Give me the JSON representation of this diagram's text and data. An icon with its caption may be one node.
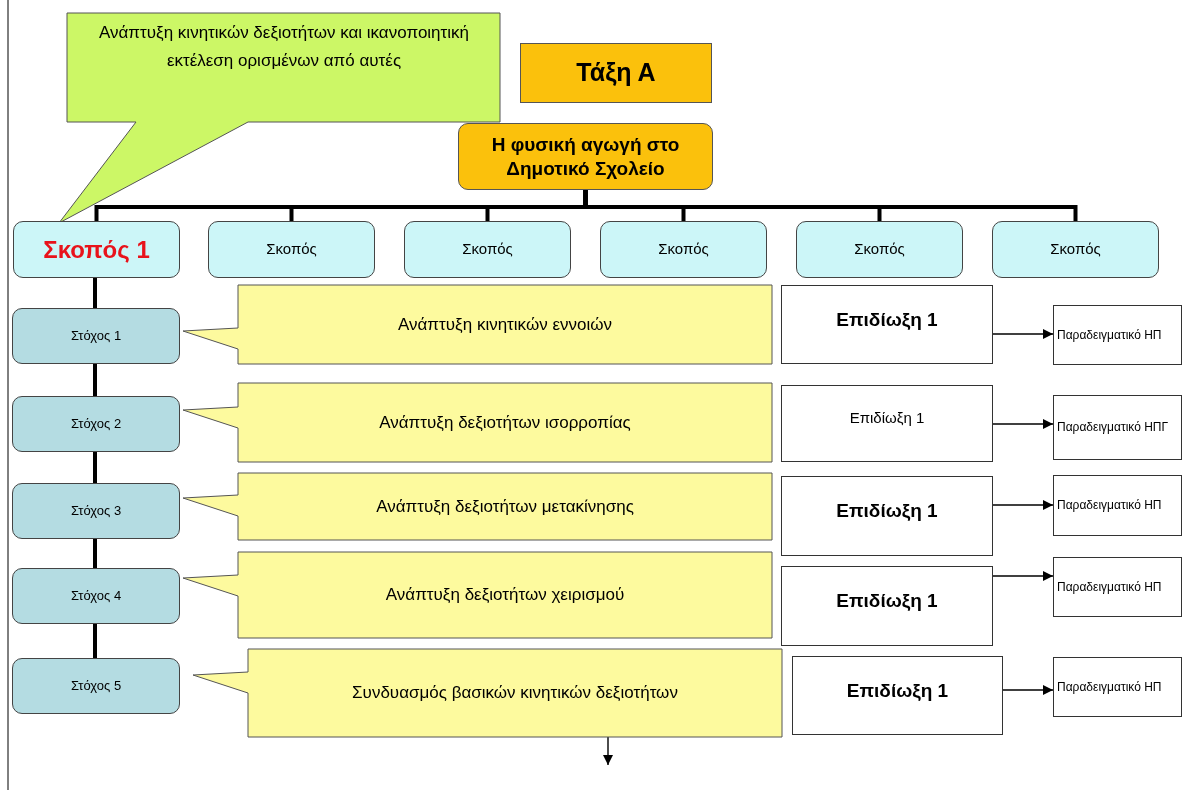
{
  "diagram": {
    "nodes": [
      {
        "text": [
          "Τάξη Α"
        ]
      },
      {
        "text": [
          "Η φυσική αγωγή στο Δημοτικό Σχολείο"
        ]
      },
      {
        "text": [
          "Ανάπτυξη κινητικών δεξιοτήτων και ικανοποιητική εκτέλεση ορισμένων από αυτές"
        ]
      },
      {
        "text": [
          "Σκοπός 1"
        ]
      },
      {
        "text": [
          "Σκοπός"
        ]
      },
      {
        "text": [
          "Σκοπός"
        ]
      },
      {
        "text": [
          "Σκοπός"
        ]
      },
      {
        "text": [
          "Σκοπός"
        ]
      },
      {
        "text": [
          "Σκοπός"
        ]
      },
      {
        "text": [
          "Στόχος 1"
        ]
      },
      {
        "text": [
          "Στόχος 2"
        ]
      },
      {
        "text": [
          "Στόχος 3"
        ]
      },
      {
        "text": [
          "Στόχος 4"
        ]
      },
      {
        "text": [
          "Στόχος 5"
        ]
      },
      {
        "text": [
          "Ανάπτυξη κινητικών εννοιών"
        ]
      },
      {
        "text": [
          "Ανάπτυξη δεξιοτήτων ισορροπίας"
        ]
      },
      {
        "text": [
          "Ανάπτυξη δεξιοτήτων μετακίνησης"
        ]
      },
      {
        "text": [
          "Ανάπτυξη δεξιοτήτων χειρισμού"
        ]
      },
      {
        "text": [
          "Συνδυασμός βασικών κινητικών δεξιοτήτων"
        ]
      },
      {
        "text": [
          "Επιδίωξη 1"
        ]
      },
      {
        "text": [
          "Επιδίωξη 1"
        ]
      },
      {
        "text": [
          "Επιδίωξη 1"
        ]
      },
      {
        "text": [
          "Επιδίωξη 1"
        ]
      },
      {
        "text": [
          "Επιδίωξη 1"
        ]
      },
      {
        "text": [
          "Παραδειγματικό ΗΠ"
        ]
      },
      {
        "text": [
          "Παραδειγματικό ΗΠΓ"
        ]
      },
      {
        "text": [
          "Παραδειγματικό ΗΠ"
        ]
      },
      {
        "text": [
          "Παραδειγματικό ΗΠ"
        ]
      },
      {
        "text": [
          "Παραδειγματικό ΗΠ"
        ]
      }
    ],
    "edges": [
      {
        "from": 1,
        "to": 3,
        "arrow": "none"
      },
      {
        "from": 1,
        "to": 4,
        "arrow": "none"
      },
      {
        "from": 1,
        "to": 5,
        "arrow": "none"
      },
      {
        "from": 1,
        "to": 6,
        "arrow": "none"
      },
      {
        "from": 1,
        "to": 7,
        "arrow": "none"
      },
      {
        "from": 1,
        "to": 8,
        "arrow": "none"
      },
      {
        "from": 3,
        "to": 9,
        "arrow": "none"
      },
      {
        "from": 9,
        "to": 10,
        "arrow": "none"
      },
      {
        "from": 10,
        "to": 11,
        "arrow": "none"
      },
      {
        "from": 11,
        "to": 12,
        "arrow": "none"
      },
      {
        "from": 12,
        "to": 13,
        "arrow": "none"
      },
      {
        "from": 19,
        "to": 24,
        "arrow": "to"
      },
      {
        "from": 20,
        "to": 25,
        "arrow": "to"
      },
      {
        "from": 21,
        "to": 26,
        "arrow": "to"
      },
      {
        "from": 22,
        "to": 27,
        "arrow": "to"
      },
      {
        "from": 23,
        "to": 28,
        "arrow": "to"
      },
      {
        "from": 18,
        "to": null,
        "arrow": "to"
      }
    ]
  }
}
